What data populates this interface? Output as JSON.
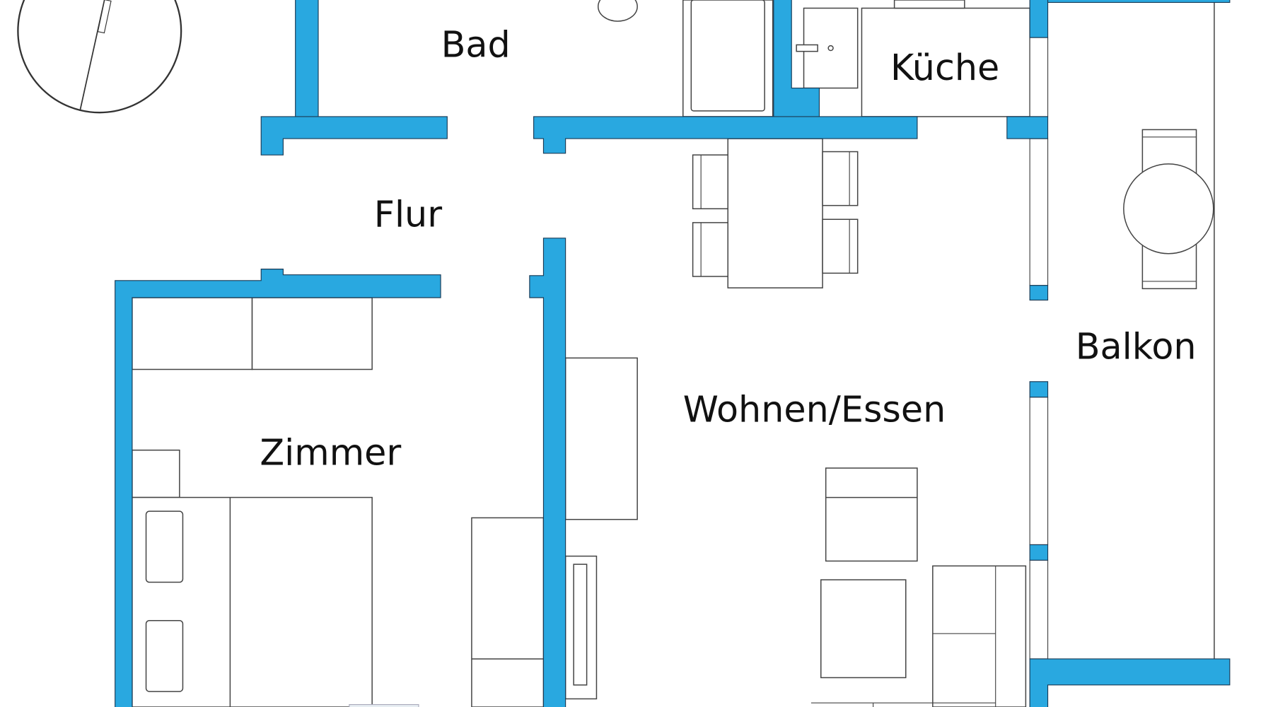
{
  "plan": {
    "rooms": {
      "bad": "Bad",
      "kueche": "Küche",
      "flur": "Flur",
      "zimmer": "Zimmer",
      "wohnen_essen": "Wohnen/Essen",
      "balkon": "Balkon"
    },
    "colors": {
      "wall": "#29a8e0",
      "line": "#444444"
    },
    "compass_icon": "compass-icon"
  }
}
